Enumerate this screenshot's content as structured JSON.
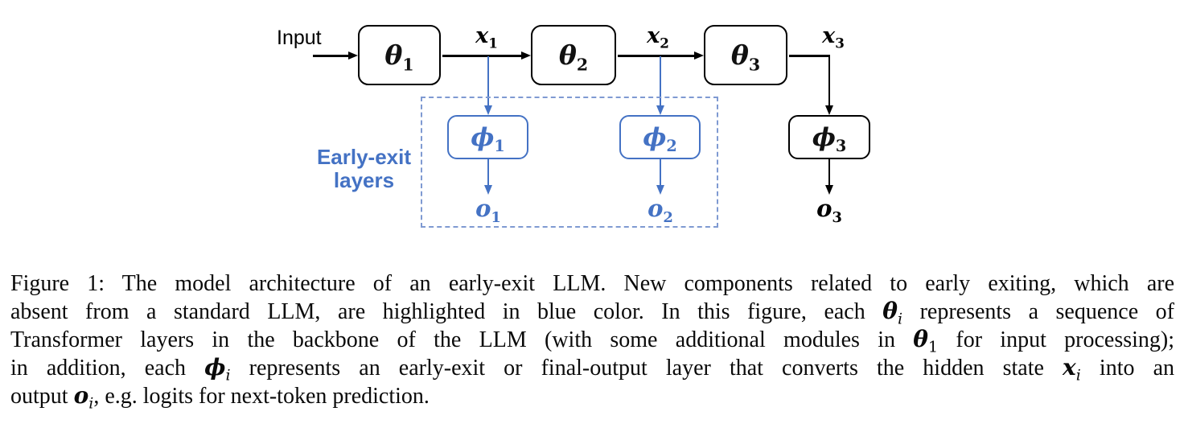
{
  "figure": {
    "input_label": "Input",
    "early_exit_label": {
      "line1": "Early-exit",
      "line2": "layers"
    },
    "backbone_blocks": [
      {
        "base": "θ",
        "sub": "1"
      },
      {
        "base": "θ",
        "sub": "2"
      },
      {
        "base": "θ",
        "sub": "3"
      }
    ],
    "hidden_states": [
      {
        "base": "x",
        "sub": "1"
      },
      {
        "base": "x",
        "sub": "2"
      },
      {
        "base": "x",
        "sub": "3"
      }
    ],
    "exit_layers": [
      {
        "base": "ϕ",
        "sub": "1"
      },
      {
        "base": "ϕ",
        "sub": "2"
      },
      {
        "base": "ϕ",
        "sub": "3"
      }
    ],
    "outputs": [
      {
        "base": "o",
        "sub": "1"
      },
      {
        "base": "o",
        "sub": "2"
      },
      {
        "base": "o",
        "sub": "3"
      }
    ],
    "colors": {
      "highlight_blue": "#4472C4",
      "dashed_blue": "#7f9ad2",
      "black": "#000000"
    }
  },
  "caption": {
    "lines": [
      [
        {
          "t": "Figure 1: The model architecture of an early-exit LLM. New components related to early exiting, which are"
        }
      ],
      [
        {
          "t": "absent from a standard LLM, are highlighted in blue color. In this figure, each "
        },
        {
          "b": "θ",
          "s": "i"
        },
        {
          "t": " represents a sequence of"
        }
      ],
      [
        {
          "t": "Transformer layers in the backbone of the LLM (with some additional modules in "
        },
        {
          "b": "θ",
          "s": "1"
        },
        {
          "t": " for input processing);"
        }
      ],
      [
        {
          "t": "in addition, each "
        },
        {
          "b": "ϕ",
          "s": "i"
        },
        {
          "t": " represents an early-exit or final-output layer that converts the hidden state "
        },
        {
          "b": "x",
          "s": "i"
        },
        {
          "t": " into an"
        }
      ],
      [
        {
          "t": "output "
        },
        {
          "b": "o",
          "s": "i"
        },
        {
          "t": ", e.g. logits for next-token prediction."
        }
      ]
    ]
  }
}
